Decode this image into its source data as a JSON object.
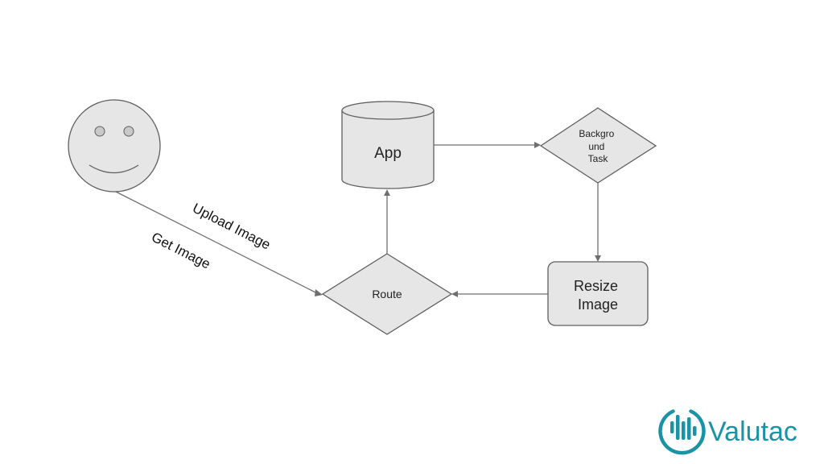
{
  "diagram": {
    "nodes": {
      "user": {
        "kind": "actor-smiley",
        "label": ""
      },
      "app": {
        "kind": "database-cylinder",
        "label": "App"
      },
      "background_task": {
        "kind": "decision-diamond",
        "label_lines": [
          "Backgro",
          "und",
          "Task"
        ]
      },
      "resize_image": {
        "kind": "rounded-rectangle",
        "label_lines": [
          "Resize",
          "Image"
        ]
      },
      "route": {
        "kind": "decision-diamond",
        "label": "Route"
      }
    },
    "edges": [
      {
        "from": "user",
        "to": "route",
        "labels": [
          "Upload Image",
          "Get Image"
        ]
      },
      {
        "from": "route",
        "to": "app",
        "labels": []
      },
      {
        "from": "app",
        "to": "background_task",
        "labels": []
      },
      {
        "from": "background_task",
        "to": "resize_image",
        "labels": []
      },
      {
        "from": "resize_image",
        "to": "route",
        "labels": []
      }
    ],
    "edge_labels": {
      "upload": "Upload Image",
      "get": "Get Image"
    }
  },
  "brand": {
    "name": "Valutac",
    "logo_icon": "valutac-bars-circle-icon",
    "color": "#1a93a6"
  },
  "colors": {
    "shape_fill": "#e6e6e6",
    "shape_stroke": "#5f5f5f",
    "edge": "#6f6f6f"
  }
}
